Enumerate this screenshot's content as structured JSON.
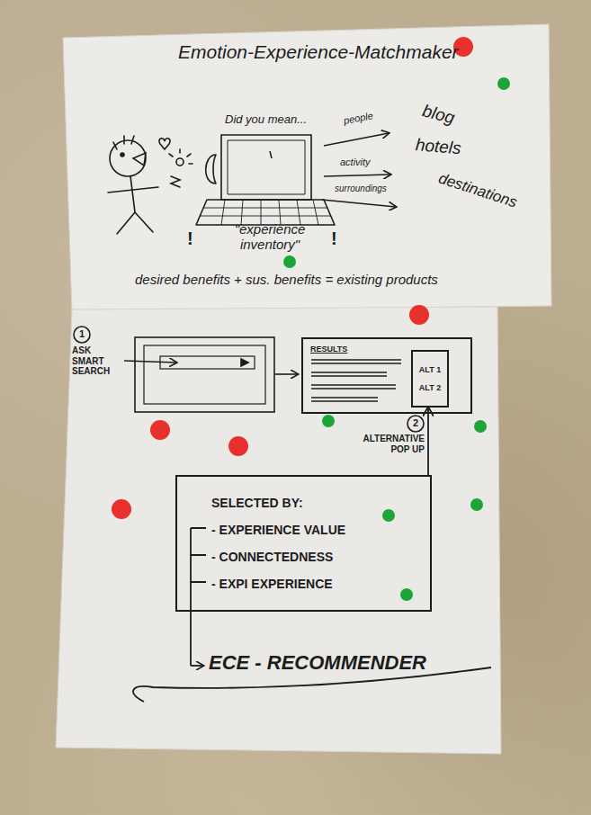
{
  "diagram": {
    "title": "Emotion-Experience-Matchmaker",
    "nodes": [
      {
        "text": [
          "RESULTS"
        ]
      },
      {
        "text": [
          "ALT 1",
          "ALT 2"
        ],
        "in": 0
      },
      {
        "text": [
          "SELECTED BY:",
          "- EXPERIENCE VALUE",
          "- CONNECTEDNESS",
          "- EXPI EXPERIENCE"
        ]
      }
    ],
    "edges": [
      {
        "from": 2,
        "to": 1,
        "arrow": "to"
      }
    ],
    "labels": [
      "Did you mean...",
      "people",
      "activity",
      "surroundings",
      "blog",
      "hotels",
      "destinations",
      "!",
      "\"experience inventory\"",
      "!",
      "desired benefits + sus. benefits = existing products",
      "1",
      "ASK SMART SEARCH",
      "2",
      "ALTERNATIVE POP UP",
      "ECE - RECOMMENDER"
    ]
  }
}
